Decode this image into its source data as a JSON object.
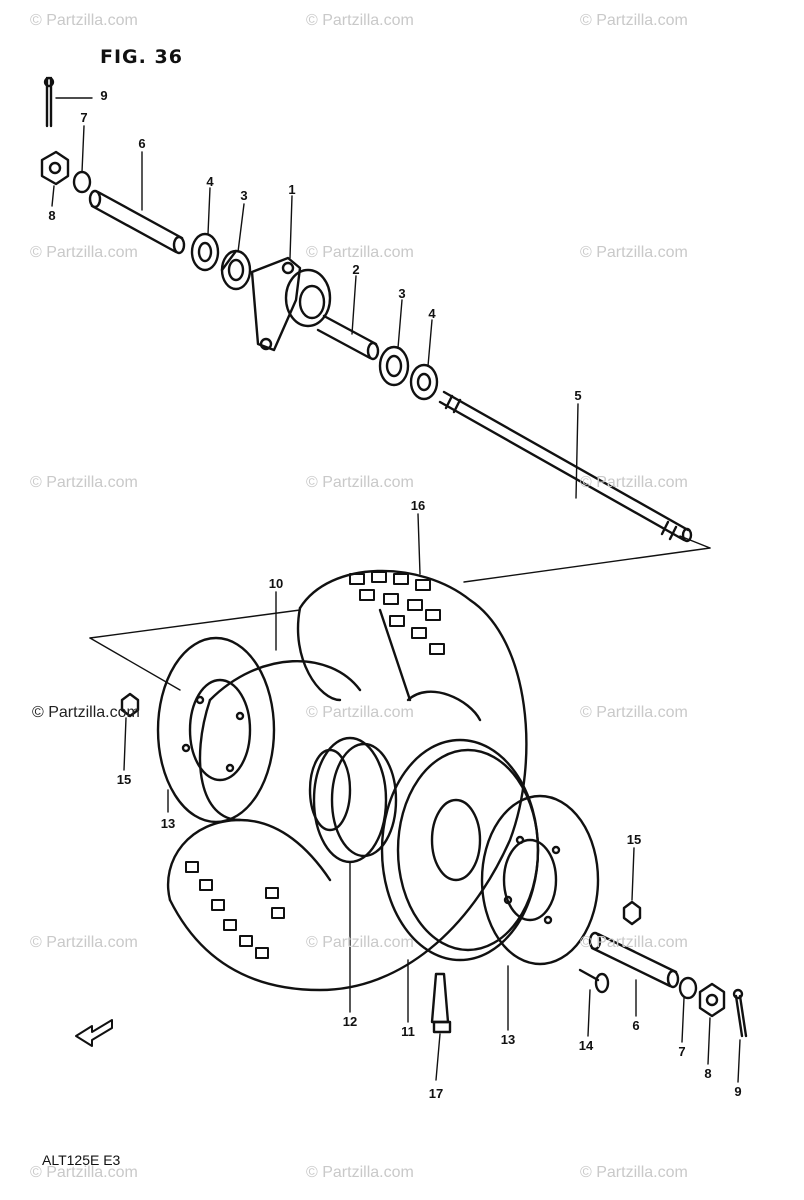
{
  "figure_title": "FIG. 36",
  "model_code": "ALT125E E3",
  "copyright": "© Partzilla.com",
  "watermark_text": "© Partzilla.com",
  "callouts": [
    "9",
    "7",
    "6",
    "4",
    "3",
    "1",
    "8",
    "2",
    "3",
    "4",
    "5",
    "16",
    "10",
    "15",
    "13",
    "12",
    "11",
    "13",
    "14",
    "6",
    "7",
    "8",
    "9",
    "15",
    "17"
  ],
  "colors": {
    "ink": "#111111",
    "watermark": "#c9c9c9"
  }
}
